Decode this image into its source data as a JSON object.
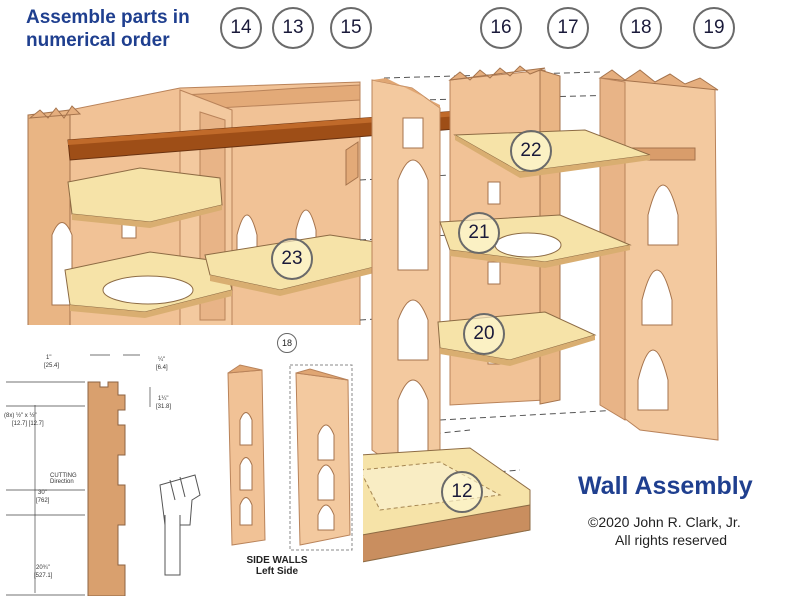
{
  "instruction": [
    "Assemble parts in",
    "numerical order"
  ],
  "callouts": [
    {
      "id": "14",
      "label": "14"
    },
    {
      "id": "13",
      "label": "13"
    },
    {
      "id": "15",
      "label": "15"
    },
    {
      "id": "16",
      "label": "16"
    },
    {
      "id": "17",
      "label": "17"
    },
    {
      "id": "18",
      "label": "18"
    },
    {
      "id": "19",
      "label": "19"
    },
    {
      "id": "22",
      "label": "22"
    },
    {
      "id": "21",
      "label": "21"
    },
    {
      "id": "23",
      "label": "23"
    },
    {
      "id": "20",
      "label": "20"
    },
    {
      "id": "12",
      "label": "12"
    }
  ],
  "title": "Wall Assembly",
  "copyright": "©2020 John R. Clark, Jr.",
  "rights": "All rights reserved",
  "inset": {
    "dimensions": {
      "d1": "1\"",
      "d1_mm": "[25.4]",
      "d2": "¼\"",
      "d2_mm": "[6.4]",
      "d3": "1¼\"",
      "d3_mm": "[31.8]",
      "d4": "(8x) ½\" x ½\"",
      "d4_mm": "[12.7]   [12.7]",
      "d5": "30\"",
      "d5_mm": "[762]",
      "d6": "20¾\"",
      "d6_mm": "[527.1]",
      "grain": "CUTTING Direction"
    },
    "part_callout": "18",
    "caption": [
      "SIDE WALLS",
      "Left Side"
    ]
  },
  "colors": {
    "wood": "#f1c296",
    "wood_edge": "#c98e5f",
    "shelf": "#f6e3a8",
    "beam": "#9e4e17",
    "title_blue": "#1f3f8f"
  }
}
